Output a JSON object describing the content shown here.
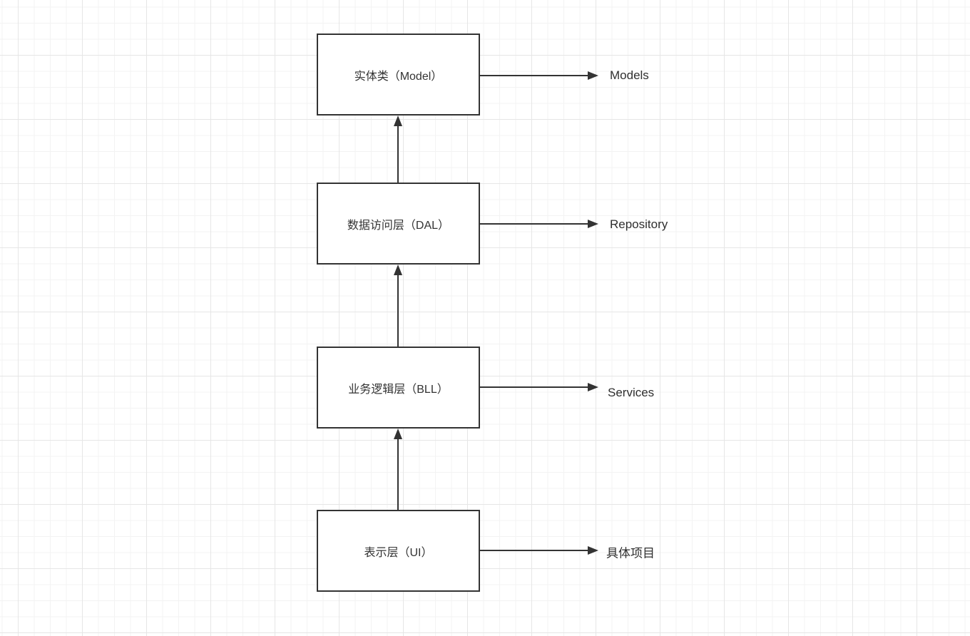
{
  "canvas": {
    "background": "#ffffff",
    "grid_minor_color": "#f3f3f3",
    "grid_major_color": "#e6e6e6",
    "stroke_color": "#333333"
  },
  "diagram": {
    "title": "layered-architecture-flowchart",
    "nodes": [
      {
        "label": "实体类（Model）",
        "target": "Models"
      },
      {
        "label": "数据访问层（DAL）",
        "target": "Repository"
      },
      {
        "label": "业务逻辑层（BLL）",
        "target": "Services"
      },
      {
        "label": "表示层（UI）",
        "target": "具体项目"
      }
    ],
    "vertical_edges": [
      {
        "from": "表示层（UI）",
        "to": "业务逻辑层（BLL）",
        "direction": "up"
      },
      {
        "from": "业务逻辑层（BLL）",
        "to": "数据访问层（DAL）",
        "direction": "up"
      },
      {
        "from": "数据访问层（DAL）",
        "to": "实体类（Model）",
        "direction": "up"
      }
    ]
  }
}
